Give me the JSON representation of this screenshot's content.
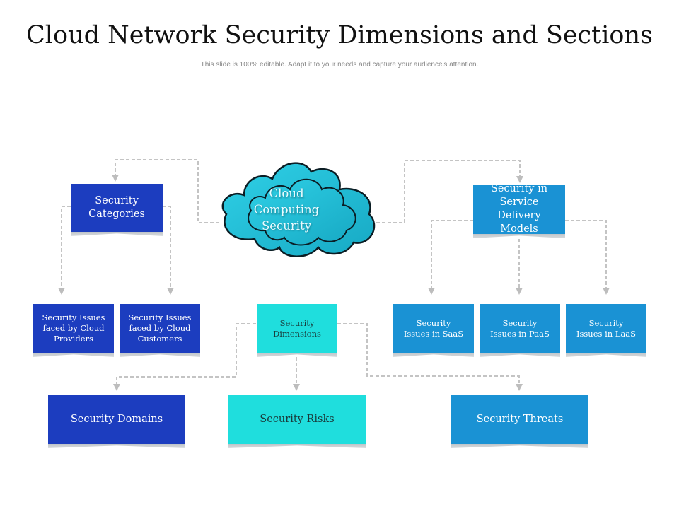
{
  "header": {
    "title": "Cloud Network Security Dimensions and Sections",
    "subtitle": "This slide is 100% editable. Adapt it to your needs and capture your audience's attention."
  },
  "colors": {
    "dark_blue": "#1c3dbf",
    "mid_blue": "#1a92d4",
    "cyan": "#1fdedd",
    "cloud": "#22c0d8",
    "connector": "#bdbdbd"
  },
  "center": {
    "label": "Cloud Computing Security",
    "lines": [
      "Cloud",
      "Computing",
      "Security"
    ]
  },
  "left_branch": {
    "label": "Security Categories",
    "lines": [
      "Security",
      "Categories"
    ],
    "children": [
      {
        "lines": [
          "Security Issues",
          "faced by Cloud",
          "Providers"
        ]
      },
      {
        "lines": [
          "Security Issues",
          "faced by Cloud",
          "Customers"
        ]
      }
    ]
  },
  "right_branch": {
    "label": "Security in Service Delivery Models",
    "lines": [
      "Security in",
      "Service Delivery",
      "Models"
    ],
    "children": [
      {
        "lines": [
          "Security",
          "Issues in SaaS"
        ]
      },
      {
        "lines": [
          "Security",
          "Issues in PaaS"
        ]
      },
      {
        "lines": [
          "Security",
          "Issues in LaaS"
        ]
      }
    ]
  },
  "dimensions": {
    "lines": [
      "Security",
      "Dimensions"
    ],
    "children": [
      {
        "label": "Security Domains"
      },
      {
        "label": "Security Risks"
      },
      {
        "label": "Security Threats"
      }
    ]
  }
}
